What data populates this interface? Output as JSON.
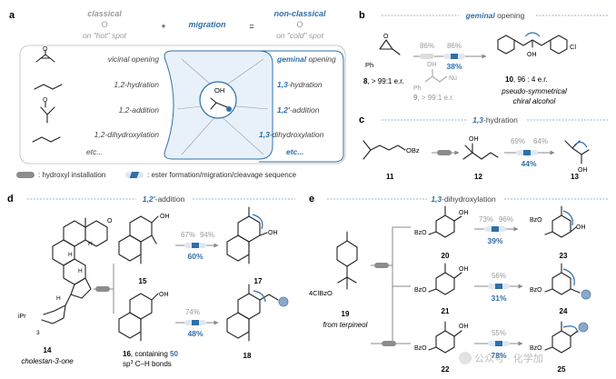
{
  "panels": {
    "a": {
      "letter": "a",
      "classical": "classical",
      "O1": "O",
      "hot": "on \"hot\" spot",
      "plus": "+",
      "migration": "migration",
      "eq": "=",
      "nonclassical": "non-classical",
      "O2": "O",
      "cold": "on \"cold\" spot",
      "rows": [
        {
          "left": "vicinal opening",
          "right_key": "geminal",
          "right_rest": " opening"
        },
        {
          "left": "1,2-hydration",
          "right_key": "1,3",
          "right_rest": "-hydration"
        },
        {
          "left": "1,2-addition",
          "right_key": "1,2'",
          "right_rest": "-addition"
        },
        {
          "left": "1,2-dihydroxylation",
          "right_key": "1,3",
          "right_rest": "-dihydroxylation"
        },
        {
          "left": "etc...",
          "right_key": "etc...",
          "right_rest": ""
        }
      ],
      "OH": "OH",
      "legend1": ": hydroxyl installation",
      "legend2": ": ester formation/migration/cleavage sequence"
    },
    "b": {
      "letter": "b",
      "title_key": "geminal",
      "title_rest": " opening",
      "yield_grey1": "86%",
      "yield_grey2": "86%",
      "yield_blue": "38%",
      "cmpd8": "8",
      "cmpd8_er": ", > 99:1 e.r.",
      "cmpd9": "9",
      "cmpd9_er": ", > 99:1 e.r.",
      "cmpd10": "10",
      "cmpd10_er": ", 96 : 4 e.r.",
      "ph1": "Ph",
      "ph2": "Ph",
      "OH": "OH",
      "Nu": "Nu",
      "Cl": "Cl",
      "note1": "pseudo-symmetrical",
      "note2": "chiral alcohol"
    },
    "c": {
      "letter": "c",
      "title_key": "1,3",
      "title_rest": "-hydration",
      "OBz": "OBz",
      "OH1": "OH",
      "OH2": "OH",
      "yield_grey1": "69%",
      "yield_grey2": "64%",
      "yield_blue": "44%",
      "cmpd11": "11",
      "cmpd12": "12",
      "cmpd13": "13"
    },
    "d": {
      "letter": "d",
      "title_key": "1,2'",
      "title_rest": "-addition",
      "O": "O",
      "H_labels": [
        "H",
        "H",
        "H",
        "H"
      ],
      "iPr": "iPr",
      "three": "3",
      "cmpd14": "14",
      "cmpd14_name": "cholestan-3-one",
      "yield1_grey1": "67%",
      "yield1_grey2": "94%",
      "yield1_blue": "60%",
      "cmpd15": "15",
      "cmpd17": "17",
      "OH15": "OH",
      "OH17": "OH",
      "OH16": "OH",
      "yield2_grey": "74%",
      "yield2_blue": "48%",
      "cmpd16": "16",
      "cmpd16_text1": ", containing ",
      "cmpd16_num": "50",
      "cmpd16_text2": "sp",
      "cmpd16_sup": "3",
      "cmpd16_text3": " C–H bonds",
      "cmpd18": "18"
    },
    "e": {
      "letter": "e",
      "title_key": "1,3",
      "title_rest": "-dihydroxylation",
      "OClBz": "4ClBzO",
      "cmpd19": "19",
      "cmpd19_name": "from terpineol",
      "row1": {
        "BzO_l": "BzO",
        "OH_l": "OH",
        "grey1": "73%",
        "grey2": "96%",
        "blue": "39%",
        "BzO_r": "BzO",
        "OH_r": "OH",
        "cl": "20",
        "cr": "23"
      },
      "row2": {
        "BzO_l": "BzO",
        "OH_l": "OH",
        "grey1": "56%",
        "blue": "31%",
        "BzO_r": "BzO",
        "cl": "21",
        "cr": "24"
      },
      "row3": {
        "BzO_l": "BzO",
        "OH_l": "OH",
        "grey1": "55%",
        "blue": "78%",
        "BzO_r": "BzO",
        "cl": "22",
        "cr": "25"
      }
    }
  },
  "watermark": "公众号 · 化学加",
  "colors": {
    "blue": "#2f6fa8",
    "grey": "#9a9a9a",
    "blue_bg": "#e8f1f9",
    "grey_arrow": "#888888"
  }
}
